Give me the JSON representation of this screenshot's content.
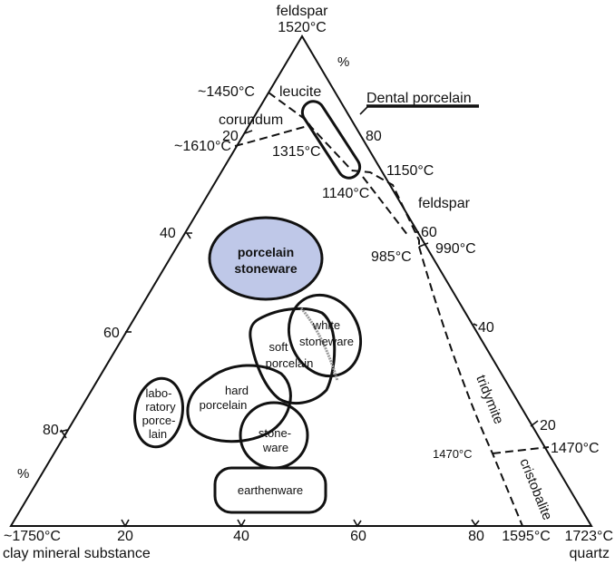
{
  "diagram": {
    "vertices": {
      "top": {
        "name": "feldspar",
        "temp": "1520°C"
      },
      "left": {
        "name": "clay mineral substance",
        "temp": "~1750°C"
      },
      "right": {
        "name": "quartz",
        "temp": "1723°C"
      }
    },
    "percent_symbol": "%",
    "left_axis_ticks": [
      "20",
      "40",
      "60",
      "80"
    ],
    "bottom_axis_ticks": [
      "20",
      "40",
      "60",
      "80"
    ],
    "right_axis_ticks": [
      "80",
      "60",
      "40",
      "20"
    ],
    "phase_labels": {
      "leucite": "leucite",
      "corundum": "corundum",
      "feldspar": "feldspar",
      "tridymite": "tridymite",
      "cristobalite": "cristobalite"
    },
    "temperatures": {
      "t1450": "~1450°C",
      "t1610": "~1610°C",
      "t1315": "1315°C",
      "t1150": "1150°C",
      "t1140": "1140°C",
      "t990": "990°C",
      "t985": "985°C",
      "t1470_left": "1470°C",
      "t1470_right": "1470°C",
      "t1595": "1595°C"
    },
    "regions": {
      "dental": "Dental porcelain",
      "porcelain_stoneware": [
        "porcelain",
        "stoneware"
      ],
      "white_stoneware": [
        "white",
        "stoneware"
      ],
      "soft_porcelain": [
        "soft",
        "porcelain"
      ],
      "hard_porcelain": [
        "hard",
        "porcelain"
      ],
      "laboratory": [
        "labo-",
        "ratory",
        "porce-",
        "lain"
      ],
      "stoneware": [
        "stone-",
        "ware"
      ],
      "earthenware": "earthenware"
    },
    "colors": {
      "highlight_fill": "#BFC8E8",
      "line": "#111111"
    }
  }
}
